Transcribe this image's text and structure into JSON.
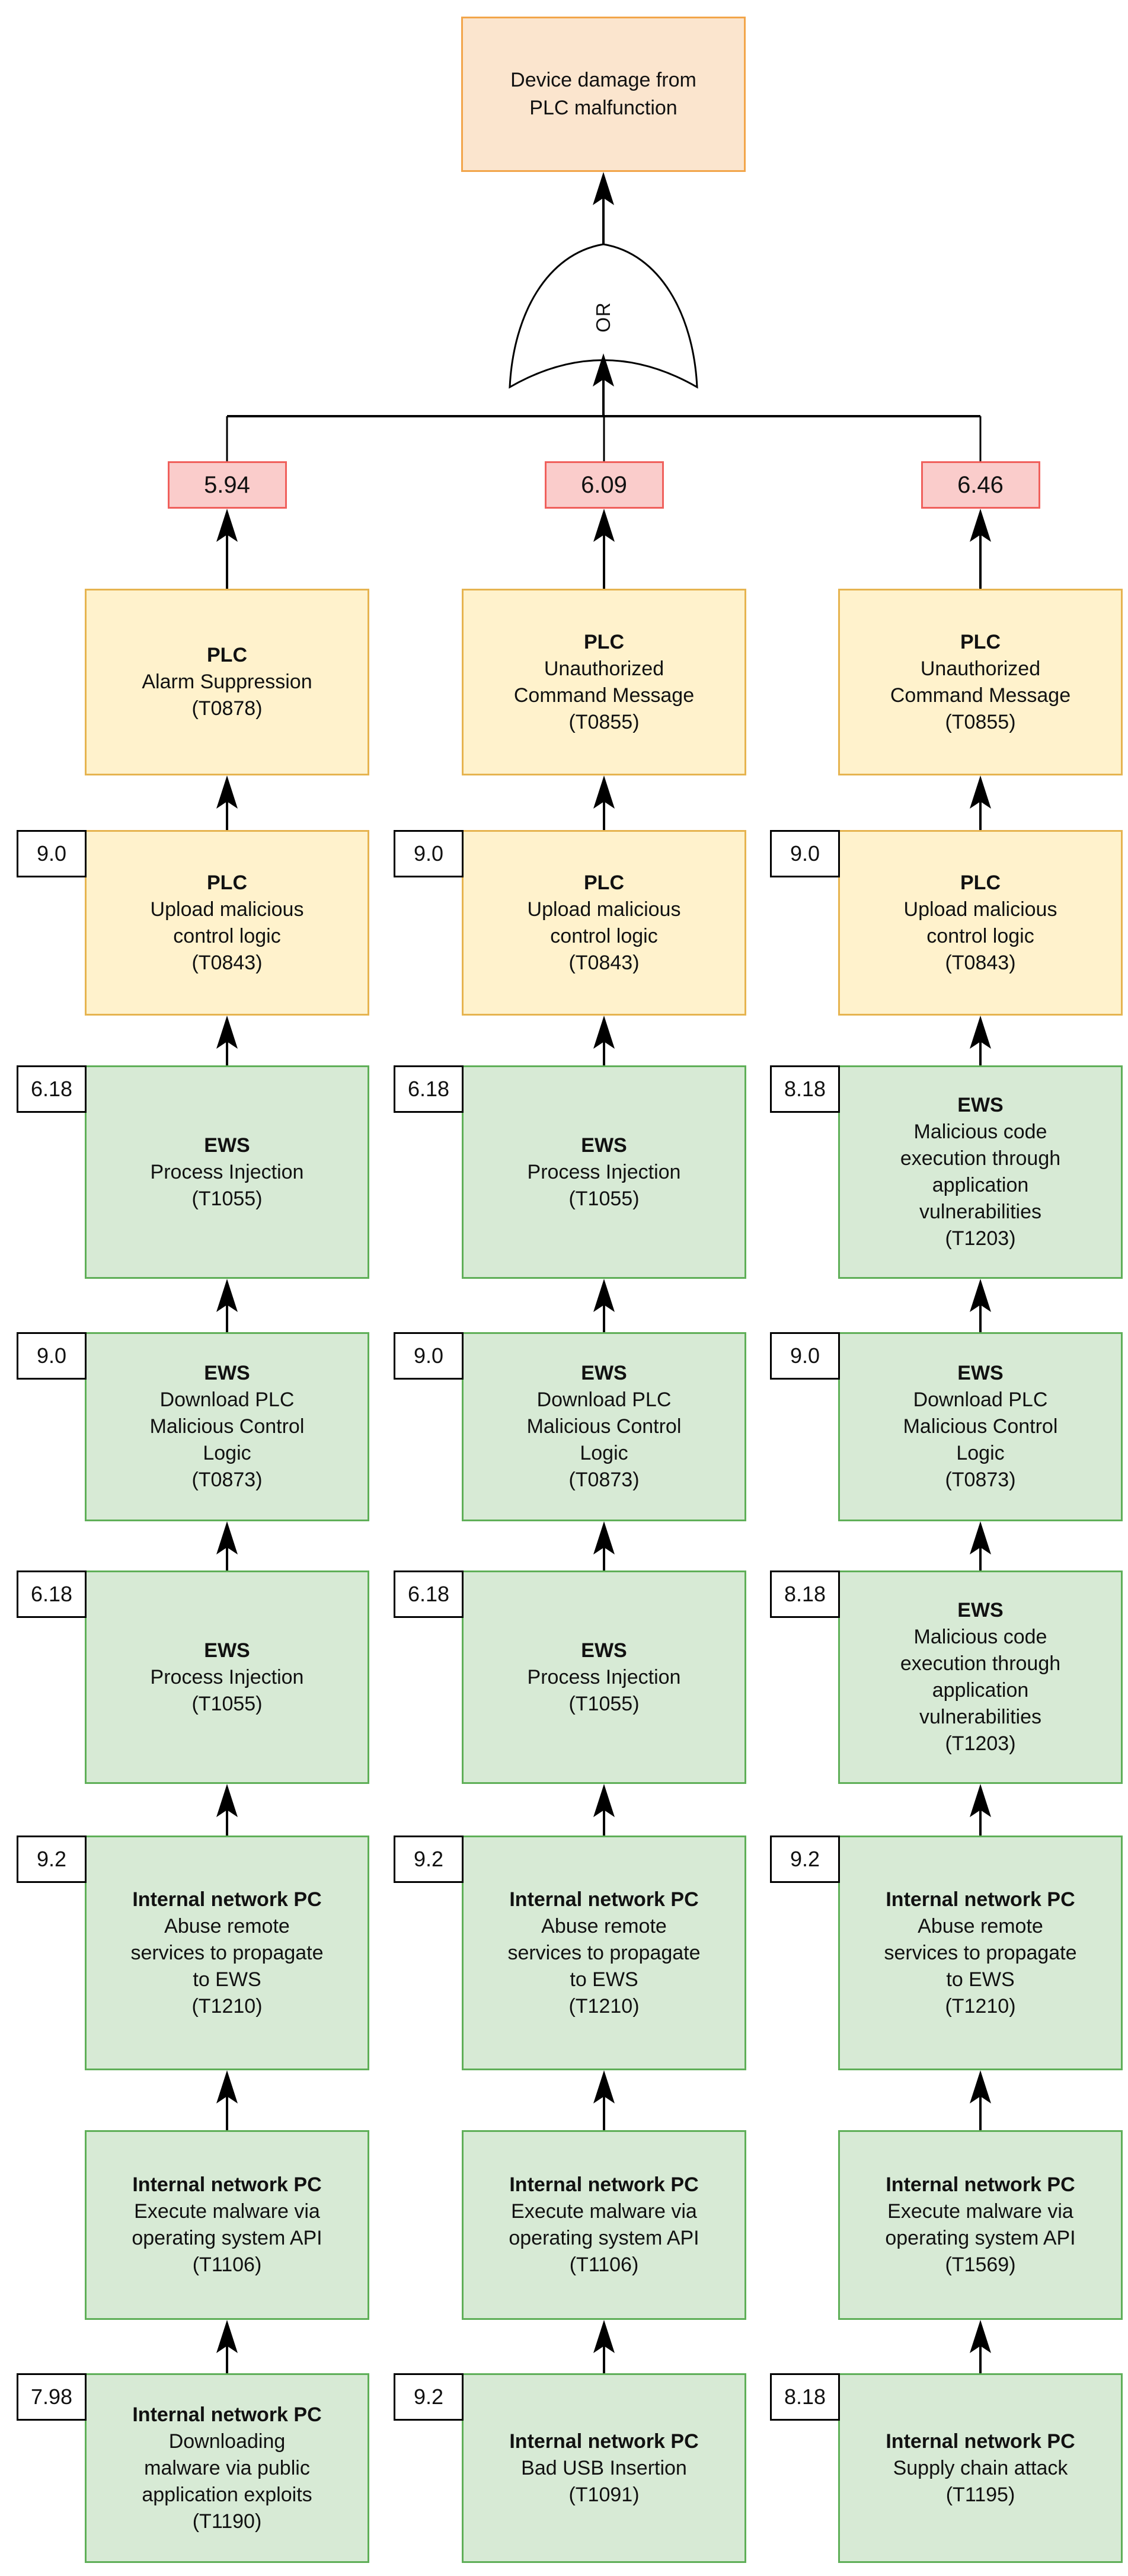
{
  "title_node": {
    "lines": [
      "Device damage from",
      "PLC malfunction"
    ]
  },
  "gate": {
    "label": "OR"
  },
  "colors": {
    "top_fill": "#FBE5CE",
    "top_border": "#F2A54A",
    "yellow_fill": "#FFF2CC",
    "yellow_border": "#E6B450",
    "green_fill": "#D7EAD5",
    "green_border": "#5FAF58",
    "red_fill": "#FACCCB",
    "red_border": "#F0605C",
    "tag_fill": "#FFFFFF",
    "tag_border": "#000000",
    "line_color": "#000000"
  },
  "columns": [
    {
      "branch_score": "5.94",
      "nodes": [
        {
          "score": null,
          "color": "yellow",
          "lines": [
            "PLC",
            "Alarm Suppression",
            "(T0878)"
          ]
        },
        {
          "score": "9.0",
          "color": "yellow",
          "lines": [
            "PLC",
            "Upload malicious",
            "control logic",
            "(T0843)"
          ]
        },
        {
          "score": "6.18",
          "color": "green",
          "lines": [
            "EWS",
            "Process Injection",
            "(T1055)"
          ]
        },
        {
          "score": "9.0",
          "color": "green",
          "lines": [
            "EWS",
            "Download PLC",
            "Malicious Control",
            "Logic",
            "(T0873)"
          ]
        },
        {
          "score": "6.18",
          "color": "green",
          "lines": [
            "EWS",
            "Process Injection",
            "(T1055)"
          ]
        },
        {
          "score": "9.2",
          "color": "green",
          "lines": [
            "Internal network PC",
            "Abuse remote",
            "services to propagate",
            "to EWS",
            "(T1210)"
          ]
        },
        {
          "score": null,
          "color": "green",
          "lines": [
            "Internal network PC",
            "Execute malware via",
            "operating system API",
            "(T1106)"
          ]
        },
        {
          "score": "7.98",
          "color": "green",
          "lines": [
            "Internal network PC",
            "Downloading",
            "malware via public",
            "application exploits",
            "(T1190)"
          ]
        }
      ]
    },
    {
      "branch_score": "6.09",
      "nodes": [
        {
          "score": null,
          "color": "yellow",
          "lines": [
            "PLC",
            "Unauthorized",
            "Command Message",
            "(T0855)"
          ]
        },
        {
          "score": "9.0",
          "color": "yellow",
          "lines": [
            "PLC",
            "Upload malicious",
            "control logic",
            "(T0843)"
          ]
        },
        {
          "score": "6.18",
          "color": "green",
          "lines": [
            "EWS",
            "Process Injection",
            "(T1055)"
          ]
        },
        {
          "score": "9.0",
          "color": "green",
          "lines": [
            "EWS",
            "Download PLC",
            "Malicious Control",
            "Logic",
            "(T0873)"
          ]
        },
        {
          "score": "6.18",
          "color": "green",
          "lines": [
            "EWS",
            "Process Injection",
            "(T1055)"
          ]
        },
        {
          "score": "9.2",
          "color": "green",
          "lines": [
            "Internal network PC",
            "Abuse remote",
            "services to propagate",
            "to EWS",
            "(T1210)"
          ]
        },
        {
          "score": null,
          "color": "green",
          "lines": [
            "Internal network PC",
            "Execute malware via",
            "operating system API",
            "(T1106)"
          ]
        },
        {
          "score": "9.2",
          "color": "green",
          "lines": [
            "Internal network PC",
            "Bad USB Insertion",
            "(T1091)"
          ]
        }
      ]
    },
    {
      "branch_score": "6.46",
      "nodes": [
        {
          "score": null,
          "color": "yellow",
          "lines": [
            "PLC",
            "Unauthorized",
            "Command Message",
            "(T0855)"
          ]
        },
        {
          "score": "9.0",
          "color": "yellow",
          "lines": [
            "PLC",
            "Upload malicious",
            "control logic",
            "(T0843)"
          ]
        },
        {
          "score": "8.18",
          "color": "green",
          "lines": [
            "EWS",
            "Malicious code",
            "execution through",
            "application",
            "vulnerabilities",
            "(T1203)"
          ]
        },
        {
          "score": "9.0",
          "color": "green",
          "lines": [
            "EWS",
            "Download PLC",
            "Malicious Control",
            "Logic",
            "(T0873)"
          ]
        },
        {
          "score": "8.18",
          "color": "green",
          "lines": [
            "EWS",
            "Malicious code",
            "execution through",
            "application",
            "vulnerabilities",
            "(T1203)"
          ]
        },
        {
          "score": "9.2",
          "color": "green",
          "lines": [
            "Internal network PC",
            "Abuse remote",
            "services to propagate",
            "to EWS",
            "(T1210)"
          ]
        },
        {
          "score": null,
          "color": "green",
          "lines": [
            "Internal network PC",
            "Execute malware via",
            "operating system API",
            "(T1569)"
          ]
        },
        {
          "score": "8.18",
          "color": "green",
          "lines": [
            "Internal network PC",
            "Supply chain attack",
            "(T1195)"
          ]
        }
      ]
    }
  ]
}
